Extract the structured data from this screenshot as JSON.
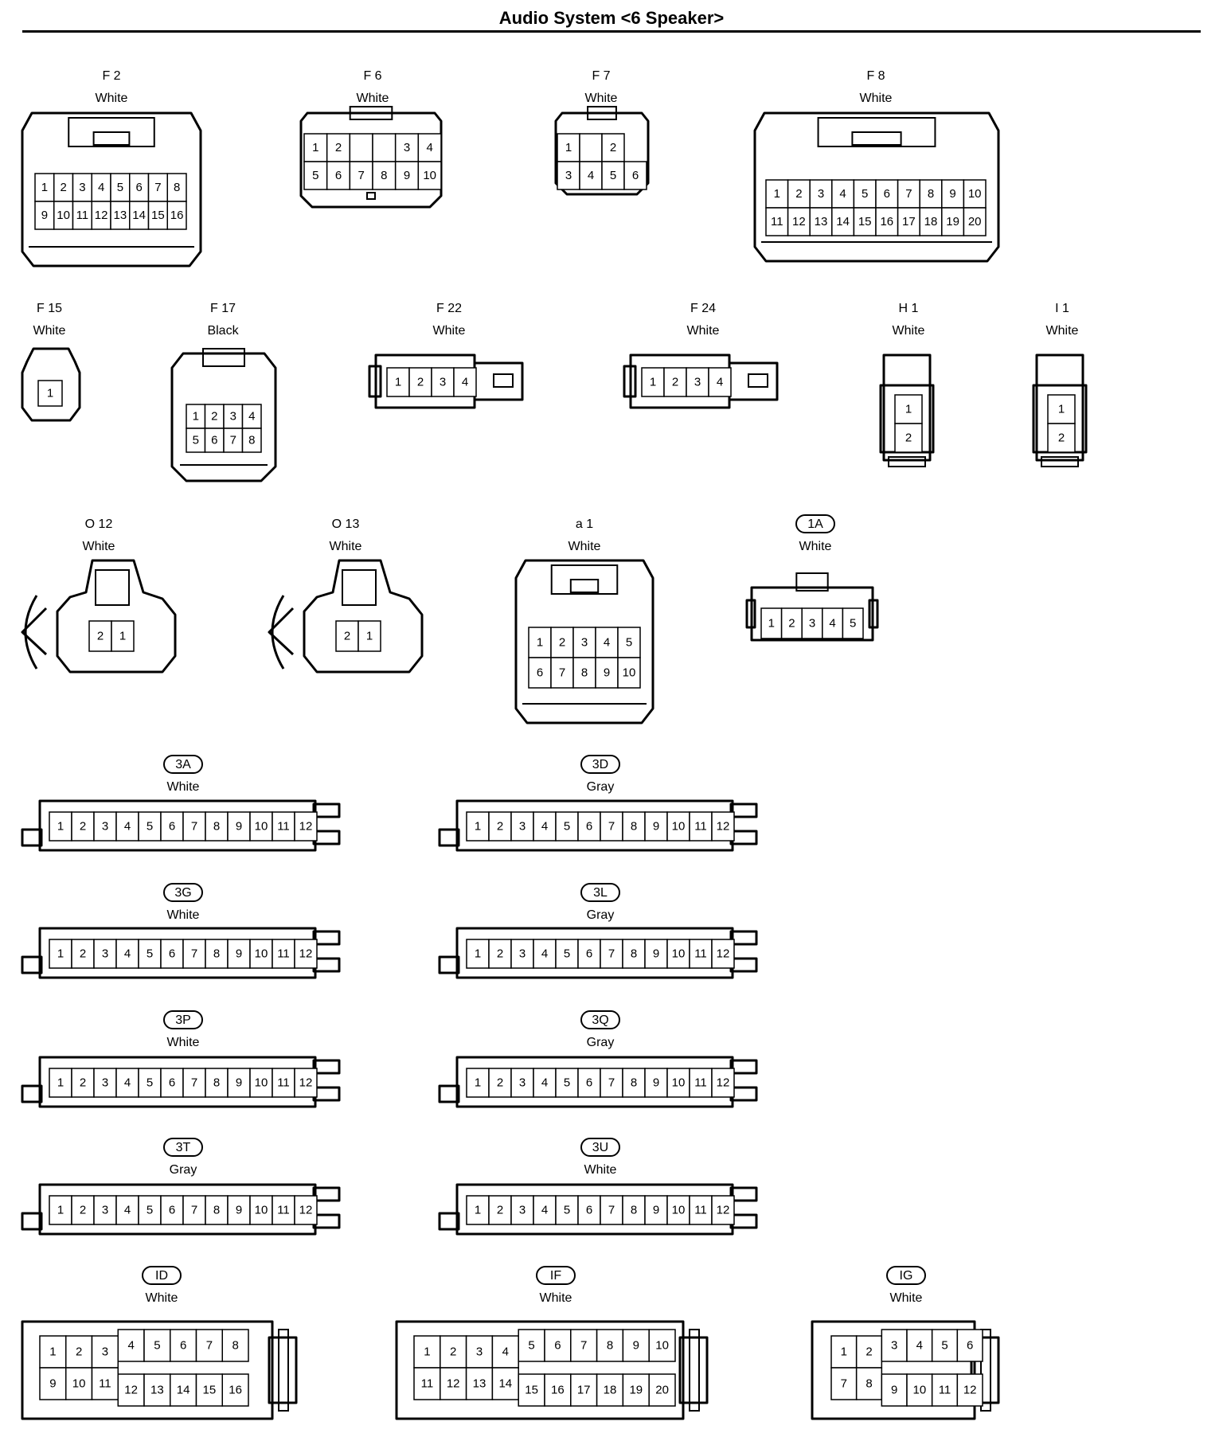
{
  "title": "Audio System <6 Speaker>",
  "connectors": [
    {
      "id": "F 2",
      "color": "White",
      "style": "plain",
      "rows": [
        [
          "1",
          "2",
          "3",
          "4",
          "5",
          "6",
          "7",
          "8"
        ],
        [
          "9",
          "10",
          "11",
          "12",
          "13",
          "14",
          "15",
          "16"
        ]
      ]
    },
    {
      "id": "F 6",
      "color": "White",
      "style": "plain",
      "rows": [
        [
          "1",
          "2",
          "",
          "",
          "3",
          "4"
        ],
        [
          "5",
          "6",
          "7",
          "8",
          "9",
          "10"
        ]
      ]
    },
    {
      "id": "F 7",
      "color": "White",
      "style": "plain",
      "rows": [
        [
          "1",
          "",
          "2"
        ],
        [
          "3",
          "4",
          "5",
          "6"
        ]
      ]
    },
    {
      "id": "F 8",
      "color": "White",
      "style": "plain",
      "rows": [
        [
          "1",
          "2",
          "3",
          "4",
          "5",
          "6",
          "7",
          "8",
          "9",
          "10"
        ],
        [
          "11",
          "12",
          "13",
          "14",
          "15",
          "16",
          "17",
          "18",
          "19",
          "20"
        ]
      ]
    },
    {
      "id": "F 15",
      "color": "White",
      "style": "plain",
      "rows": [
        [
          "1"
        ]
      ]
    },
    {
      "id": "F 17",
      "color": "Black",
      "style": "plain",
      "rows": [
        [
          "1",
          "2",
          "3",
          "4"
        ],
        [
          "5",
          "6",
          "7",
          "8"
        ]
      ]
    },
    {
      "id": "F 22",
      "color": "White",
      "style": "plain",
      "rows": [
        [
          "1",
          "2",
          "3",
          "4"
        ]
      ]
    },
    {
      "id": "F 24",
      "color": "White",
      "style": "plain",
      "rows": [
        [
          "1",
          "2",
          "3",
          "4"
        ]
      ]
    },
    {
      "id": "H 1",
      "color": "White",
      "style": "plain",
      "rows": [
        [
          "1"
        ],
        [
          "2"
        ]
      ]
    },
    {
      "id": "I 1",
      "color": "White",
      "style": "plain",
      "rows": [
        [
          "1"
        ],
        [
          "2"
        ]
      ]
    },
    {
      "id": "O 12",
      "color": "White",
      "style": "plain",
      "rows": [
        [
          "2",
          "1"
        ]
      ]
    },
    {
      "id": "O 13",
      "color": "White",
      "style": "plain",
      "rows": [
        [
          "2",
          "1"
        ]
      ]
    },
    {
      "id": "a 1",
      "color": "White",
      "style": "plain",
      "rows": [
        [
          "1",
          "2",
          "3",
          "4",
          "5"
        ],
        [
          "6",
          "7",
          "8",
          "9",
          "10"
        ]
      ]
    },
    {
      "id": "1A",
      "color": "White",
      "style": "oval",
      "rows": [
        [
          "1",
          "2",
          "3",
          "4",
          "5"
        ]
      ]
    },
    {
      "id": "3A",
      "color": "White",
      "style": "oval",
      "rows": [
        [
          "1",
          "2",
          "3",
          "4",
          "5",
          "6",
          "7",
          "8",
          "9",
          "10",
          "11",
          "12"
        ]
      ]
    },
    {
      "id": "3D",
      "color": "Gray",
      "style": "oval",
      "rows": [
        [
          "1",
          "2",
          "3",
          "4",
          "5",
          "6",
          "7",
          "8",
          "9",
          "10",
          "11",
          "12"
        ]
      ]
    },
    {
      "id": "3G",
      "color": "White",
      "style": "oval",
      "rows": [
        [
          "1",
          "2",
          "3",
          "4",
          "5",
          "6",
          "7",
          "8",
          "9",
          "10",
          "11",
          "12"
        ]
      ]
    },
    {
      "id": "3L",
      "color": "Gray",
      "style": "oval",
      "rows": [
        [
          "1",
          "2",
          "3",
          "4",
          "5",
          "6",
          "7",
          "8",
          "9",
          "10",
          "11",
          "12"
        ]
      ]
    },
    {
      "id": "3P",
      "color": "White",
      "style": "oval",
      "rows": [
        [
          "1",
          "2",
          "3",
          "4",
          "5",
          "6",
          "7",
          "8",
          "9",
          "10",
          "11",
          "12"
        ]
      ]
    },
    {
      "id": "3Q",
      "color": "Gray",
      "style": "oval",
      "rows": [
        [
          "1",
          "2",
          "3",
          "4",
          "5",
          "6",
          "7",
          "8",
          "9",
          "10",
          "11",
          "12"
        ]
      ]
    },
    {
      "id": "3T",
      "color": "Gray",
      "style": "oval",
      "rows": [
        [
          "1",
          "2",
          "3",
          "4",
          "5",
          "6",
          "7",
          "8",
          "9",
          "10",
          "11",
          "12"
        ]
      ]
    },
    {
      "id": "3U",
      "color": "White",
      "style": "oval",
      "rows": [
        [
          "1",
          "2",
          "3",
          "4",
          "5",
          "6",
          "7",
          "8",
          "9",
          "10",
          "11",
          "12"
        ]
      ]
    },
    {
      "id": "ID",
      "color": "White",
      "style": "oval",
      "rows": [
        [
          "1",
          "2",
          "3",
          "4",
          "5",
          "6",
          "7",
          "8"
        ],
        [
          "9",
          "10",
          "11",
          "12",
          "13",
          "14",
          "15",
          "16"
        ]
      ]
    },
    {
      "id": "IF",
      "color": "White",
      "style": "oval",
      "rows": [
        [
          "1",
          "2",
          "3",
          "4",
          "5",
          "6",
          "7",
          "8",
          "9",
          "10"
        ],
        [
          "11",
          "12",
          "13",
          "14",
          "15",
          "16",
          "17",
          "18",
          "19",
          "20"
        ]
      ]
    },
    {
      "id": "IG",
      "color": "White",
      "style": "oval",
      "rows": [
        [
          "1",
          "2",
          "3",
          "4",
          "5",
          "6"
        ],
        [
          "7",
          "8",
          "9",
          "10",
          "11",
          "12"
        ]
      ]
    }
  ]
}
